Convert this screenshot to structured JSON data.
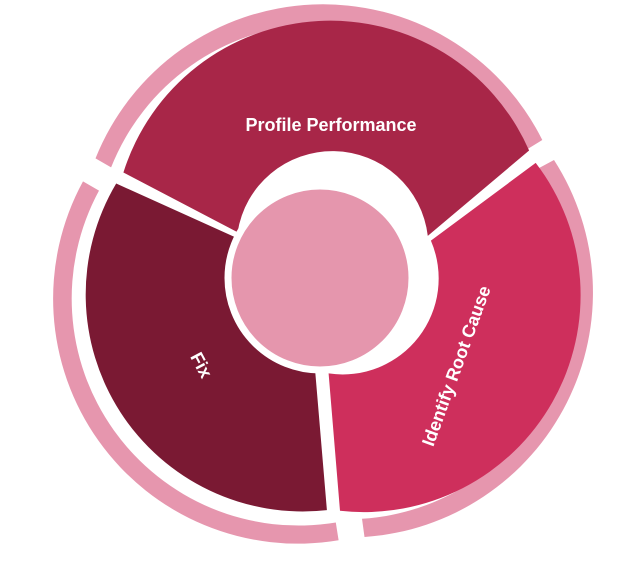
{
  "diagram": {
    "segments": [
      {
        "id": "profile",
        "label": "Profile Performance",
        "color": "#a82648"
      },
      {
        "id": "identify",
        "label": "Identify Root Cause",
        "color": "#ce2f5c"
      },
      {
        "id": "fix",
        "label": "Fix",
        "color": "#7a1933"
      }
    ],
    "colors": {
      "outer_ring": "#e696ae",
      "center_hub": "#e596ad",
      "separator": "#ffffff"
    }
  }
}
